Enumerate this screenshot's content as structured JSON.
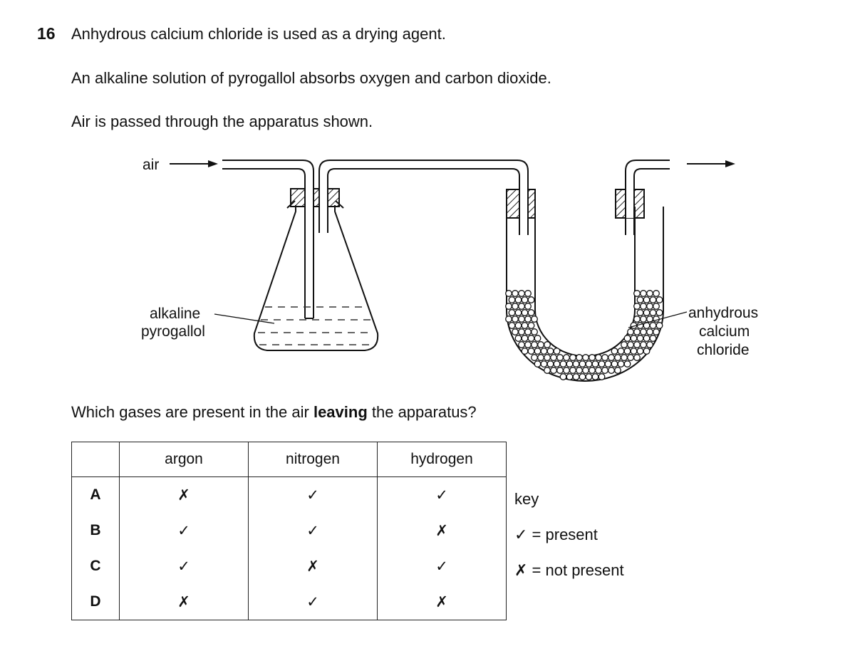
{
  "question": {
    "number": "16",
    "line1": "Anhydrous calcium chloride is used as a drying agent.",
    "line2": "An alkaline solution of pyrogallol absorbs oxygen and carbon dioxide.",
    "line3": "Air is passed through the apparatus shown.",
    "prompt_lead": "Which gases are present in the air ",
    "prompt_bold": "leaving",
    "prompt_tail": " the apparatus?"
  },
  "diagram": {
    "air_label": "air",
    "flask_label_1": "alkaline",
    "flask_label_2": "pyrogallol",
    "utube_label_1": "anhydrous",
    "utube_label_2": "calcium",
    "utube_label_3": "chloride"
  },
  "table": {
    "headers": [
      "",
      "argon",
      "nitrogen",
      "hydrogen"
    ],
    "rows": [
      {
        "letter": "A",
        "marks": [
          "✗",
          "✓",
          "✓"
        ]
      },
      {
        "letter": "B",
        "marks": [
          "✓",
          "✓",
          "✗"
        ]
      },
      {
        "letter": "C",
        "marks": [
          "✓",
          "✗",
          "✓"
        ]
      },
      {
        "letter": "D",
        "marks": [
          "✗",
          "✓",
          "✗"
        ]
      }
    ]
  },
  "key": {
    "title": "key",
    "present": "✓ = present",
    "not_present": "✗ = not present"
  }
}
